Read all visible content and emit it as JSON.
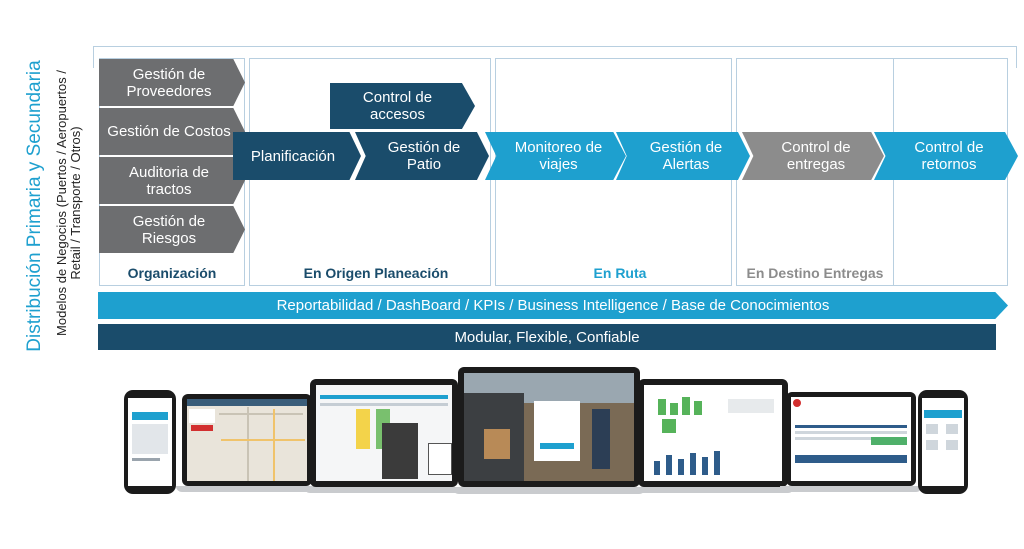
{
  "side": {
    "title": "Distribución Primaria y Secundaria",
    "subtitle_line1": "Modelos de Negocios (Puertos / Aeropuertos /",
    "subtitle_line2": "Retail / Transporte / Otros)"
  },
  "organization": {
    "items": [
      "Gestión de Proveedores",
      "Gestión de Costos",
      "Auditoria de tractos",
      "Gestión de Riesgos"
    ],
    "label": "Organización"
  },
  "origin": {
    "label": "En Origen Planeación",
    "access_control": "Control de accesos"
  },
  "route": {
    "label": "En Ruta"
  },
  "destination": {
    "label": "En Destino Entregas"
  },
  "flow": [
    "Planificación",
    "Gestión de Patio",
    "Monitoreo de viajes",
    "Gestión de Alertas",
    "Control de entregas",
    "Control de retornos"
  ],
  "bars": {
    "reporting": "Reportabilidad / DashBoard / KPIs / Business Intelligence / Base de Conocimientos",
    "modular": "Modular, Flexible, Confiable"
  },
  "colors": {
    "navy": "#1a4c6b",
    "cyan": "#1ea0cf",
    "gray": "#6d6e70",
    "light_gray": "#8c8c8c"
  }
}
